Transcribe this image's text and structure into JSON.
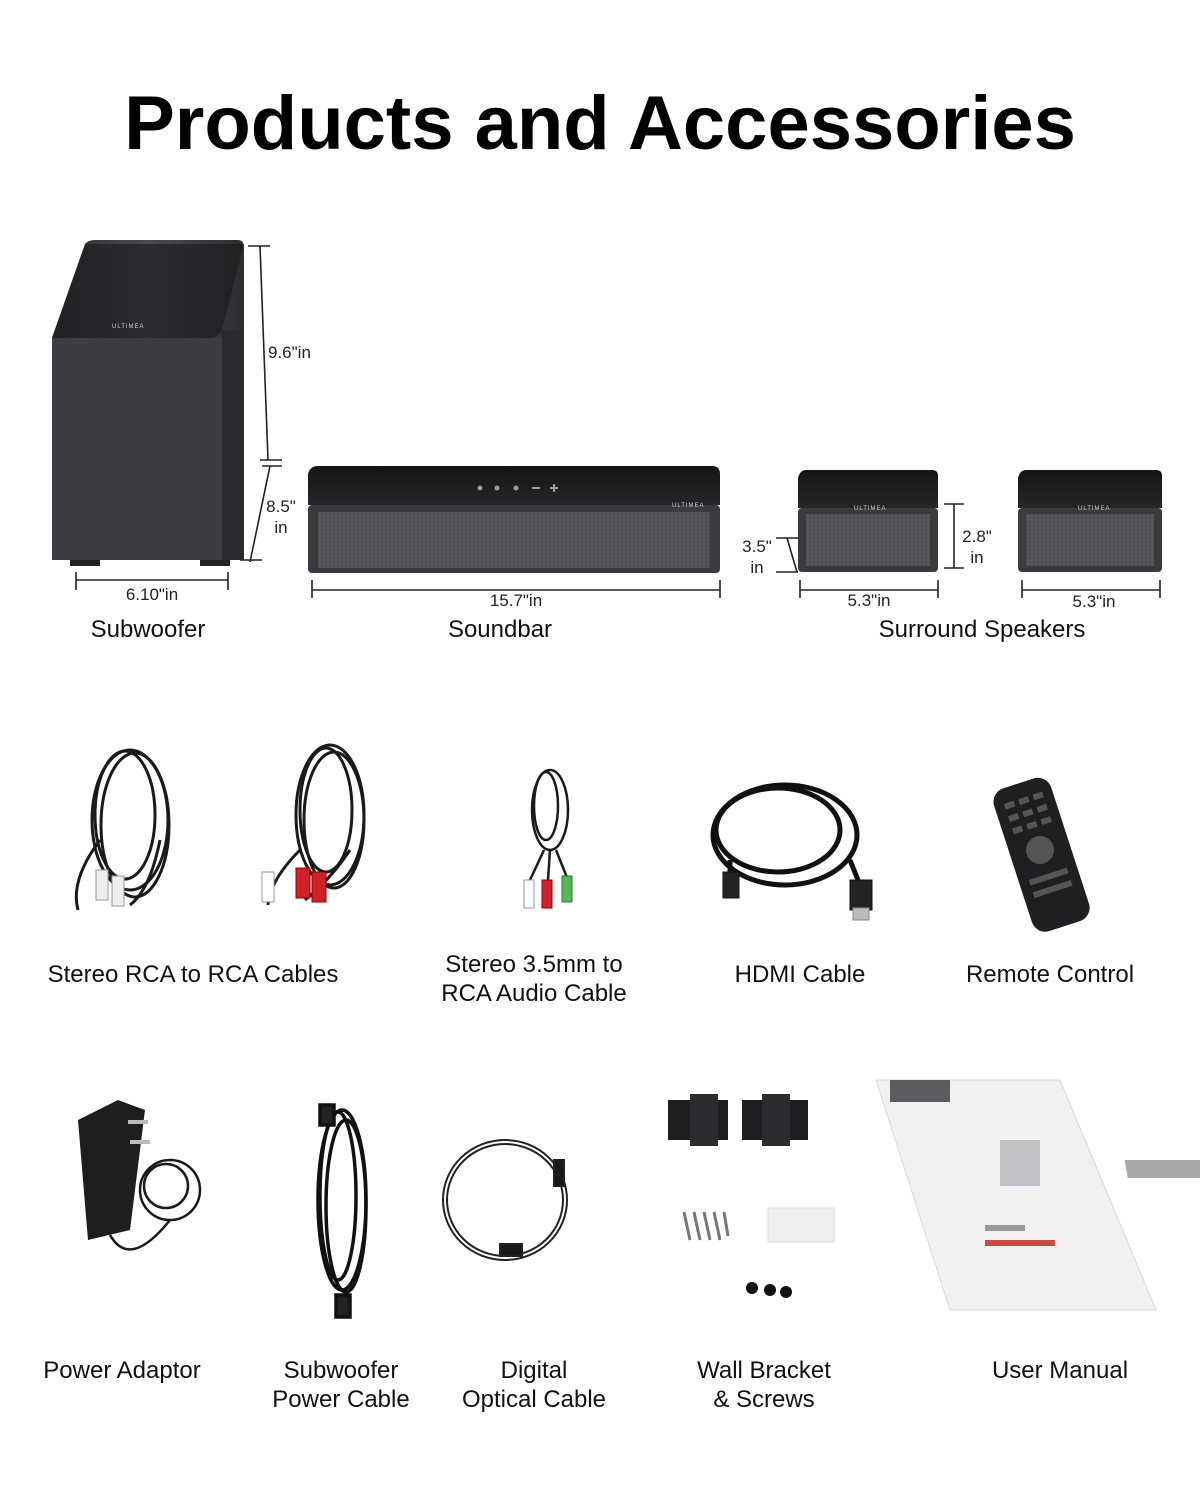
{
  "title": "Products and Accessories",
  "brand": "ULTIMEA",
  "colors": {
    "device_body": "#3a3b3e",
    "device_top": "#1c1c1e",
    "grille": "#5c5e62",
    "background": "#ffffff"
  },
  "products": {
    "subwoofer": {
      "label": "Subwoofer",
      "height": "9.6\"in",
      "depth": "8.5\"",
      "depth_unit": "in",
      "width": "6.10\"in"
    },
    "soundbar": {
      "label": "Soundbar",
      "width": "15.7\"in"
    },
    "surround": {
      "label": "Surround Speakers",
      "height": "3.5\"",
      "height_unit": "in",
      "depth": "2.8\"",
      "depth_unit": "in",
      "width_left": "5.3\"in",
      "width_right": "5.3\"in"
    }
  },
  "accessories": {
    "rca_cables": "Stereo RCA to RCA Cables",
    "aux_cable_line1": "Stereo 3.5mm to",
    "aux_cable_line2": "RCA Audio Cable",
    "hdmi_cable": "HDMI Cable",
    "remote": "Remote Control",
    "power_adaptor": "Power Adaptor",
    "sub_power_line1": "Subwoofer",
    "sub_power_line2": "Power Cable",
    "optical_line1": "Digital",
    "optical_line2": "Optical Cable",
    "bracket_line1": "Wall Bracket",
    "bracket_line2": "& Screws",
    "manual": "User Manual"
  },
  "icons": [
    "subwoofer-image",
    "soundbar-image",
    "surround-speaker-image",
    "cable-coil-icon",
    "remote-icon",
    "power-adaptor-icon",
    "wall-bracket-icon",
    "user-manual-icon"
  ]
}
